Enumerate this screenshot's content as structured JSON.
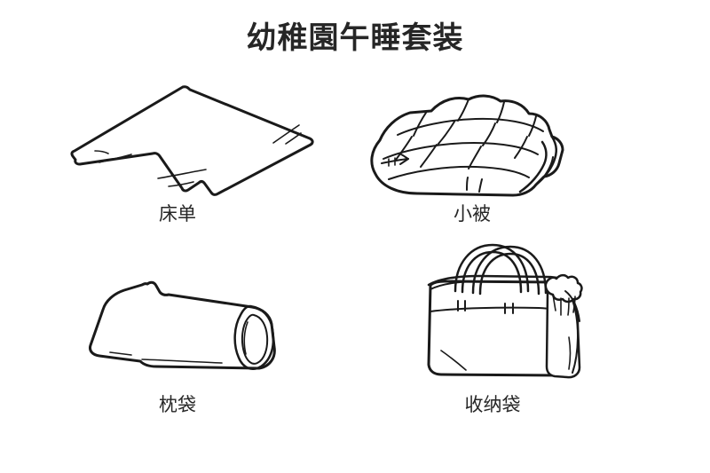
{
  "page": {
    "title": "幼稚園午睡套装",
    "background_color": "#ffffff",
    "line_color": "#1a1a1a",
    "text_color": "#262626"
  },
  "items": [
    {
      "label": "床单",
      "icon": "bed-sheet-illustration",
      "position": "top-left"
    },
    {
      "label": "小被",
      "icon": "folded-quilt-illustration",
      "position": "top-right"
    },
    {
      "label": "枕袋",
      "icon": "pillow-case-illustration",
      "position": "bottom-left"
    },
    {
      "label": "收纳袋",
      "icon": "storage-tote-bag-illustration",
      "position": "bottom-right"
    }
  ]
}
